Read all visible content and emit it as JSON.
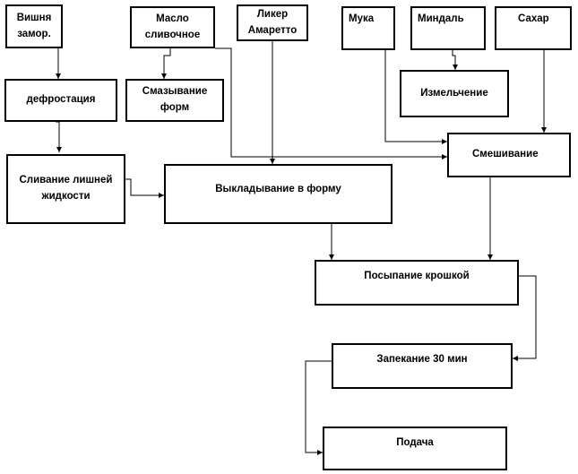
{
  "diagram": {
    "nodes": {
      "cherry": "Вишня замор.",
      "butter": "Масло сливочное",
      "liqueur": "Ликер Амаретто",
      "flour": "Мука",
      "almond": "Миндаль",
      "sugar": "Сахар",
      "defrost": "дефростация",
      "grease": "Смазывание форм",
      "grind": "Измельчение",
      "mix": "Смешивание",
      "drain": "Сливание лишней жидкости",
      "lay": "Выкладывание в форму",
      "sprinkle": "Посыпание крошкой",
      "bake": "Запекание 30 мин",
      "serve": "Подача"
    },
    "edges": [
      [
        "cherry",
        "defrost"
      ],
      [
        "defrost",
        "drain"
      ],
      [
        "drain",
        "lay"
      ],
      [
        "butter",
        "grease"
      ],
      [
        "butter",
        "mix"
      ],
      [
        "liqueur",
        "lay"
      ],
      [
        "flour",
        "mix"
      ],
      [
        "almond",
        "grind"
      ],
      [
        "sugar",
        "mix"
      ],
      [
        "lay",
        "sprinkle"
      ],
      [
        "mix",
        "sprinkle"
      ],
      [
        "sprinkle",
        "bake"
      ],
      [
        "bake",
        "serve"
      ]
    ]
  }
}
